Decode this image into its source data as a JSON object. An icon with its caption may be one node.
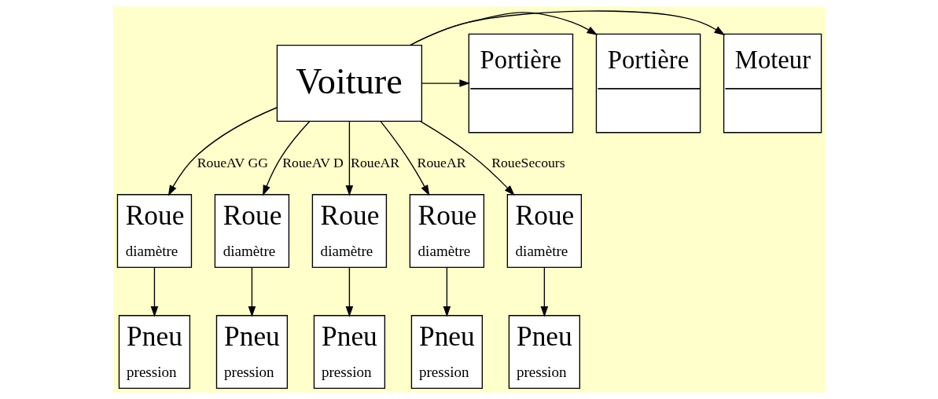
{
  "diagram": {
    "nodes": [
      {
        "text": [
          "Voiture"
        ]
      },
      {
        "text": [
          "Moteur"
        ]
      },
      {
        "text": [
          "Portière"
        ]
      },
      {
        "text": [
          "Portière"
        ]
      },
      {
        "text": [
          "Roue",
          "diamètre"
        ]
      },
      {
        "text": [
          "Roue",
          "diamètre"
        ]
      },
      {
        "text": [
          "Roue",
          "diamètre"
        ]
      },
      {
        "text": [
          "Roue",
          "diamètre"
        ]
      },
      {
        "text": [
          "Roue",
          "diamètre"
        ]
      },
      {
        "text": [
          "Pneu",
          "pression"
        ]
      },
      {
        "text": [
          "Pneu",
          "pression"
        ]
      },
      {
        "text": [
          "Pneu",
          "pression"
        ]
      },
      {
        "text": [
          "Pneu",
          "pression"
        ]
      },
      {
        "text": [
          "Pneu",
          "pression"
        ]
      }
    ],
    "edges": [
      {
        "from": 0,
        "to": 1,
        "arrow": "to"
      },
      {
        "from": 0,
        "to": 2,
        "arrow": "to"
      },
      {
        "from": 0,
        "to": 3,
        "arrow": "to"
      },
      {
        "from": 0,
        "to": 4,
        "arrow": "to",
        "label": "RoueAV GG"
      },
      {
        "from": 0,
        "to": 5,
        "arrow": "to",
        "label": "RoueAV D"
      },
      {
        "from": 0,
        "to": 6,
        "arrow": "to",
        "label": "RoueAR"
      },
      {
        "from": 0,
        "to": 7,
        "arrow": "to",
        "label": "RoueAR"
      },
      {
        "from": 0,
        "to": 8,
        "arrow": "to",
        "label": "RoueSecours"
      },
      {
        "from": 4,
        "to": 9,
        "arrow": "to"
      },
      {
        "from": 5,
        "to": 10,
        "arrow": "to"
      },
      {
        "from": 6,
        "to": 11,
        "arrow": "to"
      },
      {
        "from": 7,
        "to": 12,
        "arrow": "to"
      },
      {
        "from": 8,
        "to": 13,
        "arrow": "to"
      }
    ]
  }
}
